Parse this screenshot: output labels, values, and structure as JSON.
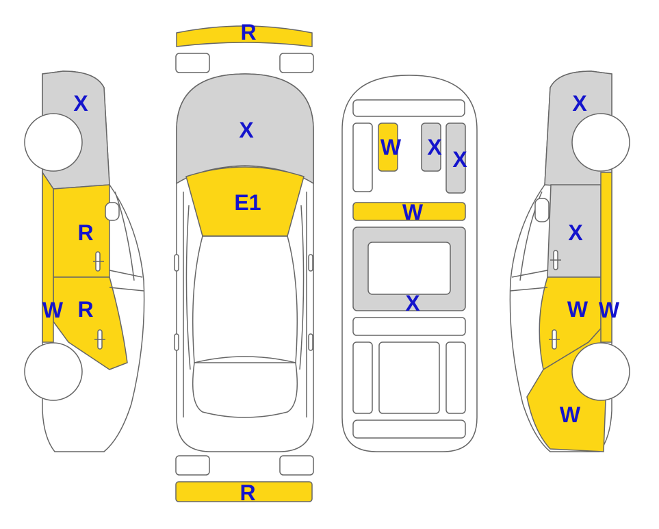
{
  "colors": {
    "paint": "#fcd615",
    "replaced": "#d3d3d3",
    "label": "#1414cc",
    "outline": "#666666",
    "background": "#ffffff"
  },
  "labels": {
    "front_bumper": "R",
    "hood": "X",
    "windshield": "E1",
    "rear_bumper": "R",
    "left_fender": "X",
    "left_front_door": "R",
    "left_rear_door": "R",
    "left_rocker": "W",
    "right_fender": "X",
    "right_front_door": "X",
    "right_rear_door": "W",
    "right_rocker": "W",
    "right_quarter": "W",
    "floor_panel_yellow": "W",
    "floor_panel_gray_1": "X",
    "floor_panel_gray_2": "X",
    "floor_crossmember": "W",
    "floor_center": "X"
  }
}
